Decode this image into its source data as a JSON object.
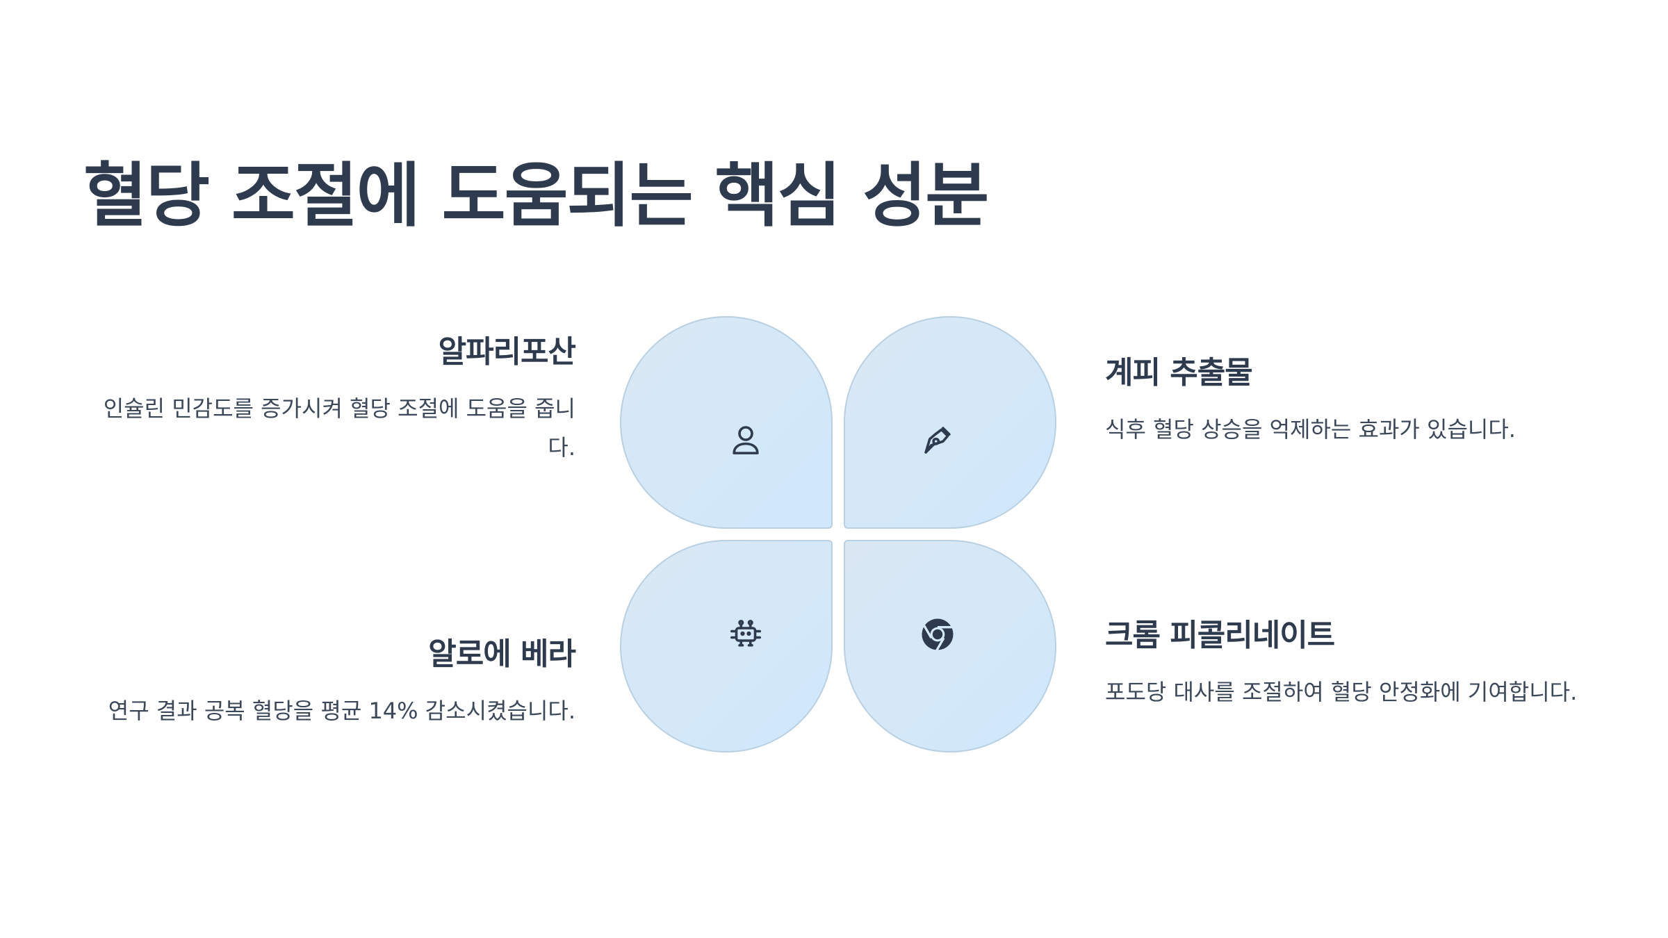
{
  "title": "혈당 조절에 도움되는 핵심 성분",
  "items": [
    {
      "heading": "알파리포산",
      "description": "인슐린 민감도를 증가시켜 혈당 조절에 도움을 줍니다.",
      "icon": "user-icon"
    },
    {
      "heading": "계피 추출물",
      "description": "식후 혈당 상승을 억제하는 효과가 있습니다.",
      "icon": "pen-nib-icon"
    },
    {
      "heading": "알로에 베라",
      "description": "연구 결과 공복 혈당을 평균 14% 감소시켰습니다.",
      "icon": "robot-icon"
    },
    {
      "heading": "크롬 피콜리네이트",
      "description": "포도당 대사를 조절하여 혈당 안정화에 기여합니다.",
      "icon": "chrome-icon"
    }
  ],
  "colors": {
    "text": "#2e3a4d",
    "petal_fill": "#d4e9f9",
    "petal_border": "#b8d0e2"
  }
}
